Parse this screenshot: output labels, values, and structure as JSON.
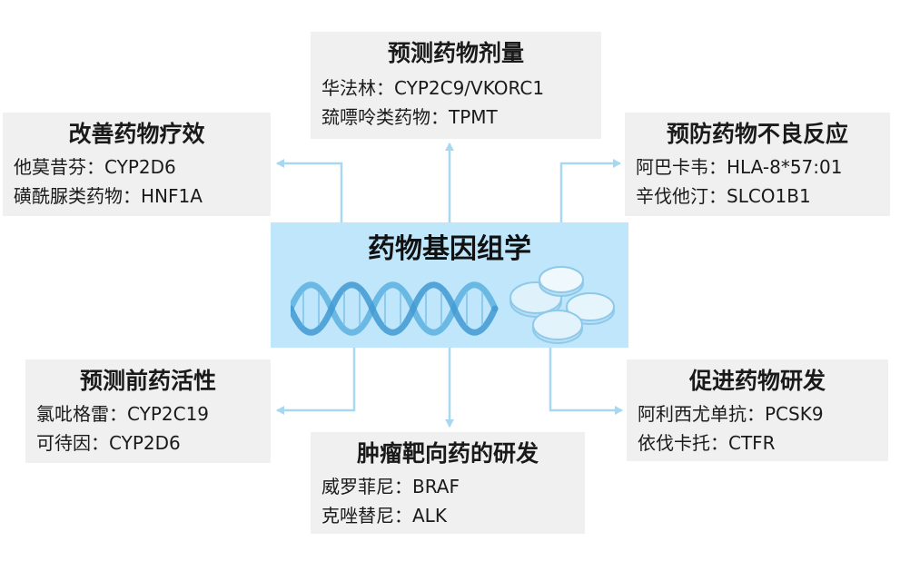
{
  "center": {
    "title": "药物基因组学"
  },
  "top": {
    "title": "预测药物剂量",
    "lines": [
      "华法林：CYP2C9/VKORC1",
      "巯嘌呤类药物：TPMT"
    ]
  },
  "top_left": {
    "title": "改善药物疗效",
    "lines": [
      "他莫昔芬：CYP2D6",
      "磺酰脲类药物：HNF1A"
    ]
  },
  "top_right": {
    "title": "预防药物不良反应",
    "lines": [
      "阿巴卡韦：HLA-8*57:01",
      "辛伐他汀：SLCO1B1"
    ]
  },
  "bottom_left": {
    "title": "预测前药活性",
    "lines": [
      "氯吡格雷：CYP2C19",
      "可待因：CYP2D6"
    ]
  },
  "bottom": {
    "title": "肿瘤靶向药的研发",
    "lines": [
      "威罗菲尼：BRAF",
      "克唑替尼：ALK"
    ]
  },
  "bottom_right": {
    "title": "促进药物研发",
    "lines": [
      "阿利西尤单抗：PCSK9",
      "依伐卡托：CTFR"
    ]
  },
  "colors": {
    "center_fill": "#bfe6fa",
    "box_fill": "#f0f0f0",
    "arrow": "#a8d8f0",
    "dna": "#6ab8e4",
    "pill": "#cbe8f8"
  }
}
